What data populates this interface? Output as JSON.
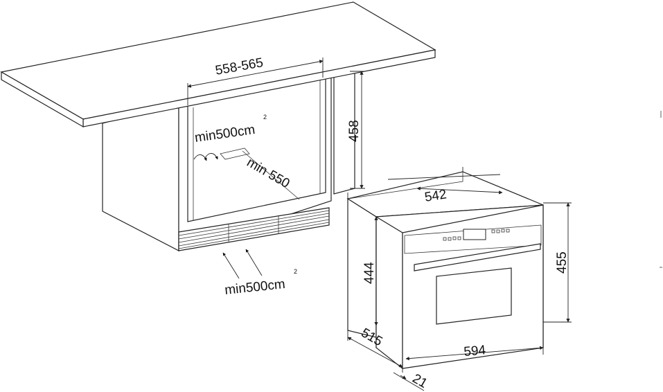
{
  "diagram": {
    "labels": {
      "niche_width": "558-565",
      "niche_height": "458",
      "vent_top_text": "min500cm",
      "vent_top_sup": "2",
      "niche_depth": "min 550",
      "vent_bottom_text": "min500cm",
      "vent_bottom_sup": "2",
      "oven_body_width": "542",
      "oven_body_height": "444",
      "oven_front_height": "455",
      "oven_depth": "515",
      "oven_front_width": "594",
      "oven_front_thickness": "21"
    },
    "colors": {
      "line": "#222222",
      "background": "#ffffff"
    }
  }
}
